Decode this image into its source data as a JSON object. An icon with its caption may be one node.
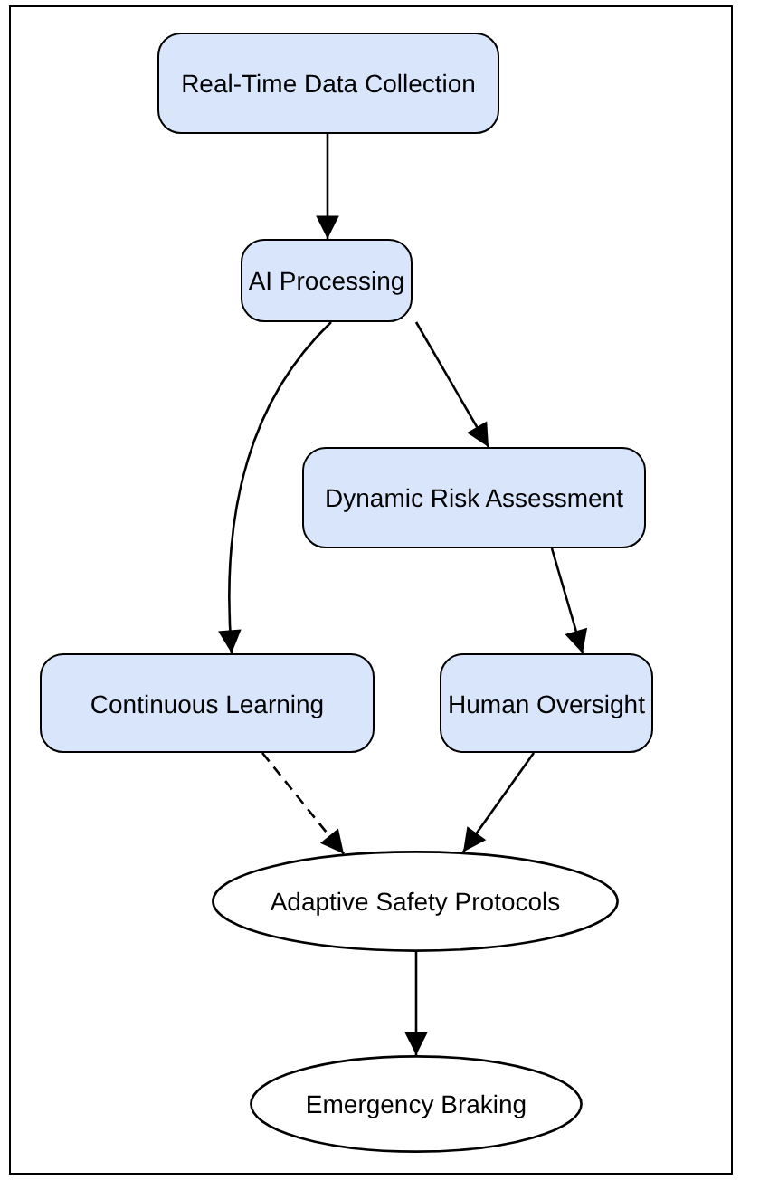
{
  "diagram": {
    "nodes": [
      {
        "text": [
          "Real-Time Data Collection"
        ]
      },
      {
        "text": [
          "AI Processing"
        ]
      },
      {
        "text": [
          "Dynamic Risk Assessment"
        ]
      },
      {
        "text": [
          "Continuous Learning"
        ]
      },
      {
        "text": [
          "Human Oversight"
        ]
      },
      {
        "text": [
          "Adaptive Safety Protocols"
        ]
      },
      {
        "text": [
          "Emergency Braking"
        ]
      }
    ],
    "edges": [
      {
        "from": 0,
        "to": 1,
        "arrow": "to"
      },
      {
        "from": 1,
        "to": 2,
        "arrow": "to"
      },
      {
        "from": 1,
        "to": 3,
        "arrow": "to"
      },
      {
        "from": 2,
        "to": 4,
        "arrow": "to"
      },
      {
        "from": 3,
        "to": 5,
        "arrow": "to",
        "style": "dashed"
      },
      {
        "from": 4,
        "to": 5,
        "arrow": "to"
      },
      {
        "from": 5,
        "to": 6,
        "arrow": "to"
      }
    ]
  }
}
